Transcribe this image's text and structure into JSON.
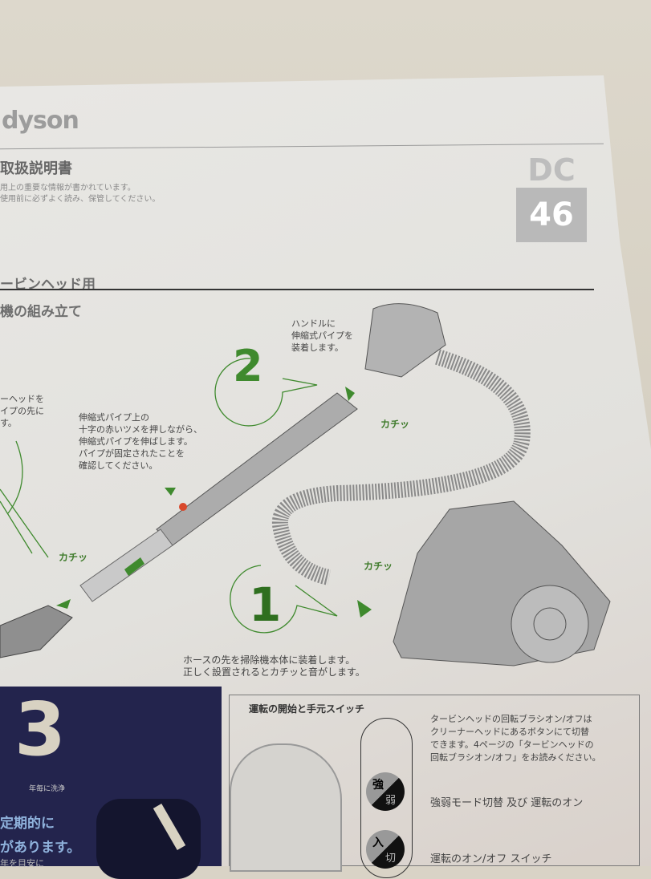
{
  "header": {
    "logo": "dyson",
    "title": "取扱説明書",
    "subtitle_lines": [
      "用上の重要な情報が書かれています。",
      "使用前に必ずよく読み、保管してください。"
    ],
    "model_badge": {
      "line1": "DC",
      "line2": "46"
    }
  },
  "section": {
    "heading": "ービンヘッド用",
    "subheading": "機の組み立て"
  },
  "steps": {
    "left_note": [
      "ーヘッドを",
      "イプの先に",
      "す。"
    ],
    "pipe_note": [
      "伸縮式パイプ上の",
      "十字の赤いツメを押しながら、",
      "伸縮式パイプを伸ばします。",
      "パイプが固定されたことを",
      "確認してください。"
    ],
    "step2": {
      "number": "2",
      "text": [
        "ハンドルに",
        "伸縮式パイプを",
        "装着します。"
      ]
    },
    "step1": {
      "number": "1",
      "text": [
        "ホースの先を掃除機本体に装着します。",
        "正しく設置されるとカチッと音がします。"
      ]
    },
    "click_label": "カチッ"
  },
  "blue_panel": {
    "big_number": "3",
    "caption": "年毎に洗浄",
    "lines": [
      "定期的に",
      "があります。",
      "年を目安に"
    ]
  },
  "switch_box": {
    "title": "運転の開始と手元スイッチ",
    "desc": [
      "タービンヘッドの回転ブラシオン/オフは",
      "クリーナーヘッドにあるボタンにて切替",
      "できます。4ページの「タービンヘッドの",
      "回転ブラシオン/オフ」をお読みください。"
    ],
    "button1": {
      "top": "強",
      "bottom": "弱",
      "label": "強弱モード切替 及び 運転のオン"
    },
    "button2": {
      "top": "入",
      "bottom": "切",
      "label": "運転のオン/オフ スイッチ"
    }
  },
  "colors": {
    "accent_green": "#3f8a2e",
    "panel_blue": "#23244d",
    "red_tab": "#d9482b"
  }
}
